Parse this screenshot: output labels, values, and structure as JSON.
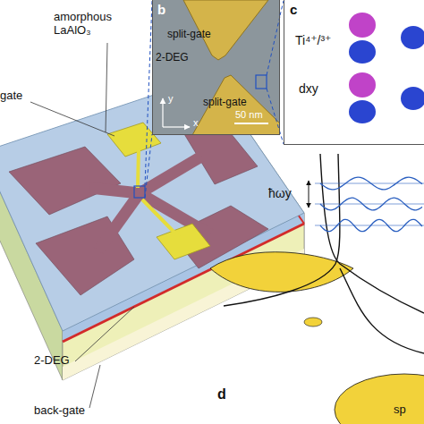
{
  "diagram": {
    "nodes": [
      {
        "text": [
          "b",
          "split-gate",
          "2-DEG",
          "split-gate",
          "y",
          "x",
          "50 nm"
        ]
      },
      {
        "text": [
          "c",
          "Ti⁴⁺/³⁺",
          "dxy"
        ]
      }
    ],
    "edges": [
      {
        "from": 0,
        "to": 1,
        "arrow": "none"
      }
    ],
    "labels": [
      "amorphous LaAlO₃",
      "gate",
      "2-DEG",
      "back-gate",
      "ħωy",
      "d",
      "sp"
    ]
  }
}
